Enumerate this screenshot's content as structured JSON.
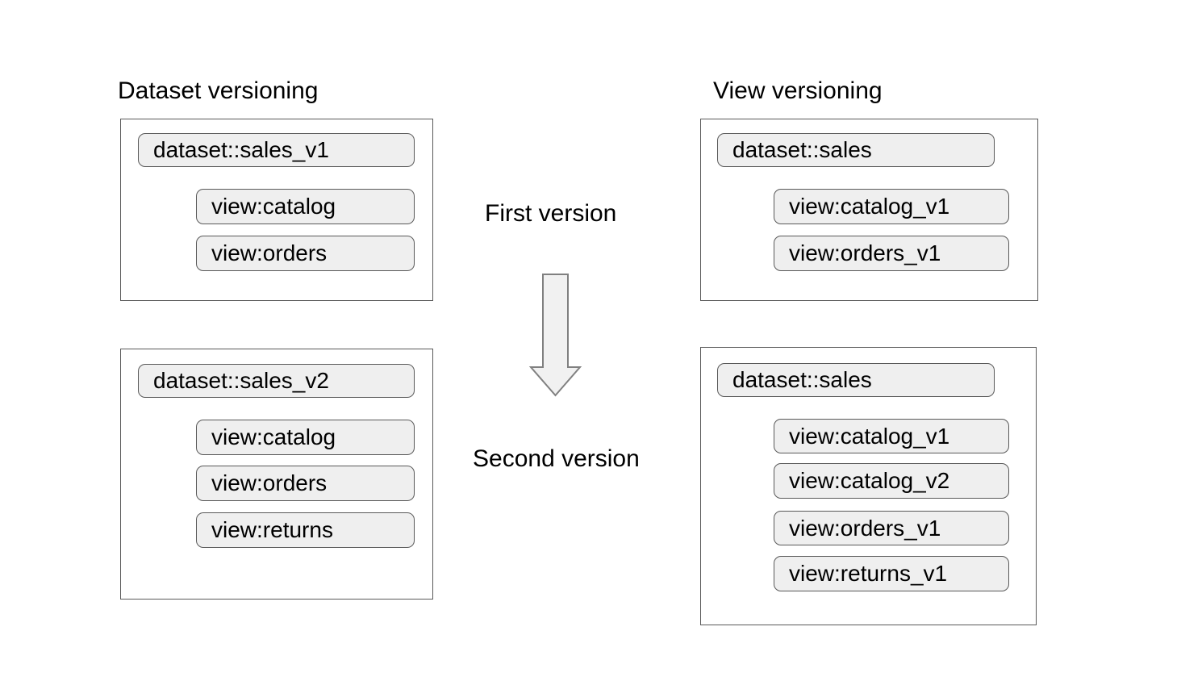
{
  "diagram": {
    "left": {
      "title": "Dataset versioning",
      "boxes": [
        {
          "dataset": "dataset::sales_v1",
          "views": [
            "view:catalog",
            "view:orders"
          ]
        },
        {
          "dataset": "dataset::sales_v2",
          "views": [
            "view:catalog",
            "view:orders",
            "view:returns"
          ]
        }
      ]
    },
    "right": {
      "title": "View versioning",
      "boxes": [
        {
          "dataset": "dataset::sales",
          "views": [
            "view:catalog_v1",
            "view:orders_v1"
          ]
        },
        {
          "dataset": "dataset::sales",
          "views": [
            "view:catalog_v1",
            "view:catalog_v2",
            "view:orders_v1",
            "view:returns_v1"
          ]
        }
      ]
    },
    "middle": {
      "first_label": "First version",
      "second_label": "Second version"
    },
    "colors": {
      "background": "#ffffff",
      "text": "#000000",
      "pill_fill": "#efefef",
      "pill_border": "#595959",
      "box_border": "#595959",
      "arrow_fill": "#f1f1f1",
      "arrow_border": "#808080"
    }
  }
}
